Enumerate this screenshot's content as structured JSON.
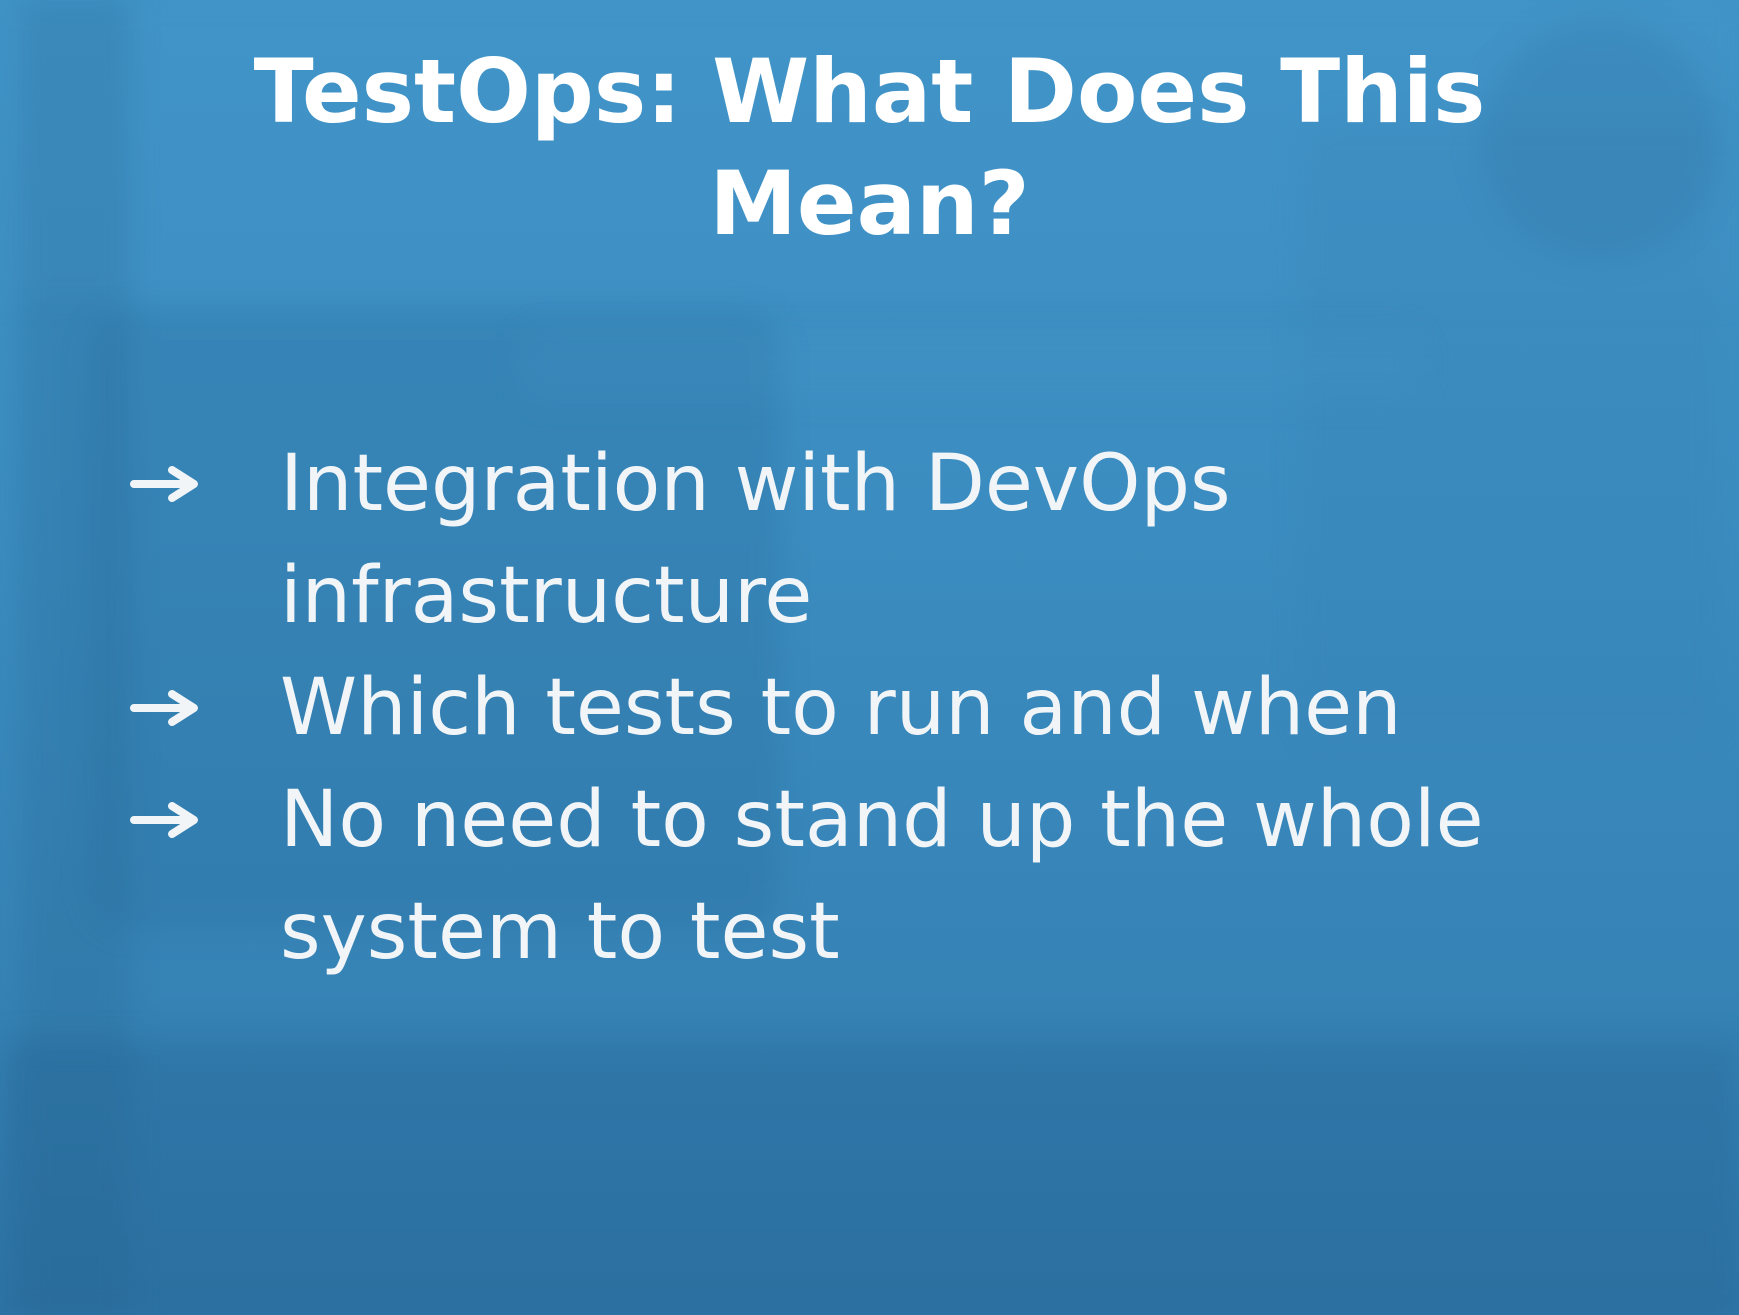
{
  "title": {
    "lines": [
      "TestOps: What Does This",
      "Mean?"
    ]
  },
  "bullets": [
    {
      "icon": "arrow-right-icon",
      "lines": [
        "Integration with DevOps",
        "infrastructure"
      ]
    },
    {
      "icon": "arrow-right-icon",
      "lines": [
        "Which tests to run and when"
      ]
    },
    {
      "icon": "arrow-right-icon",
      "lines": [
        "No need to stand up the whole",
        "system to test"
      ]
    }
  ],
  "colors": {
    "background": "#3b8cc0",
    "title_text": "#ffffff",
    "body_text": "#f1f5f8"
  }
}
